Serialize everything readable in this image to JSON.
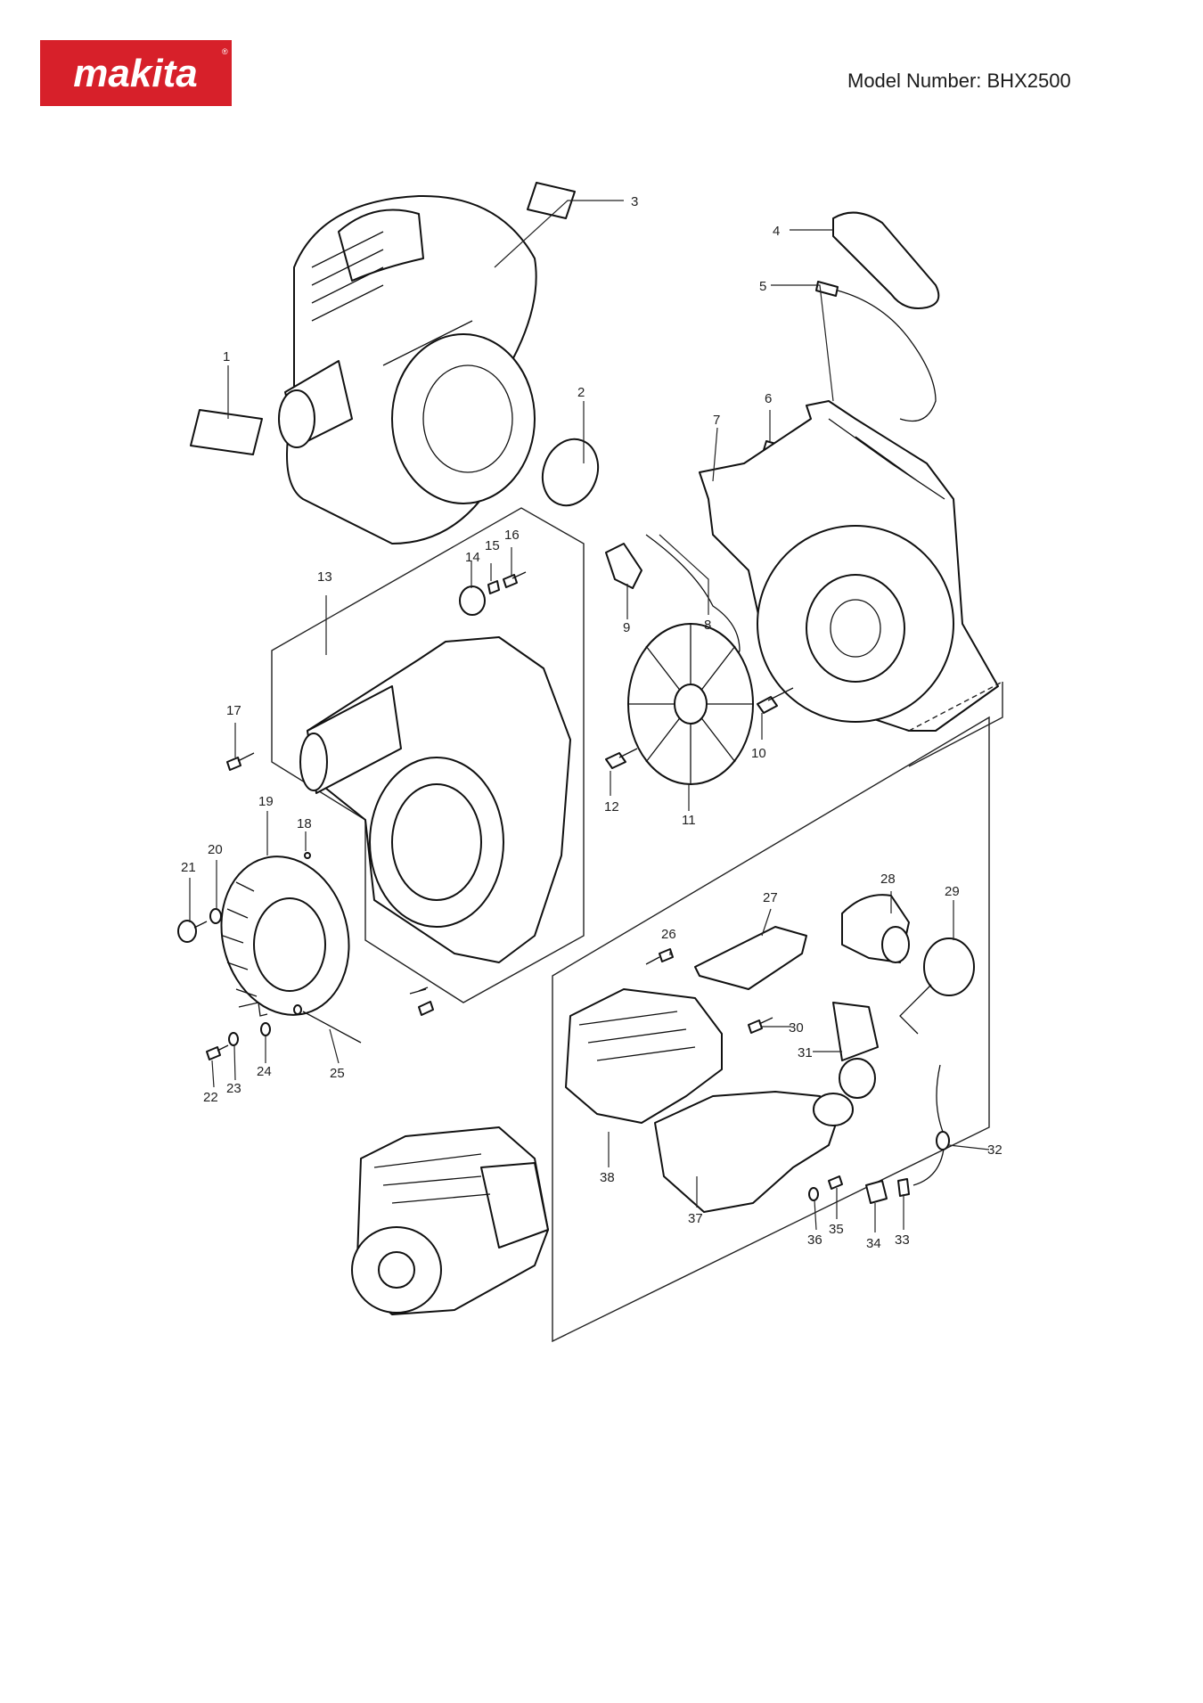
{
  "brand": {
    "logo_text": "makita",
    "logo_color": "#d7202a",
    "logo_icon": "makita-logo"
  },
  "header": {
    "model_label": "Model Number: BHX2500"
  },
  "diagram": {
    "callouts": [
      "1",
      "2",
      "3",
      "4",
      "5",
      "6",
      "7",
      "8",
      "9",
      "10",
      "11",
      "12",
      "13",
      "14",
      "15",
      "16",
      "17",
      "18",
      "19",
      "20",
      "21",
      "22",
      "23",
      "24",
      "25",
      "26",
      "27",
      "28",
      "29",
      "30",
      "31",
      "32",
      "33",
      "34",
      "35",
      "36",
      "37",
      "38"
    ]
  }
}
